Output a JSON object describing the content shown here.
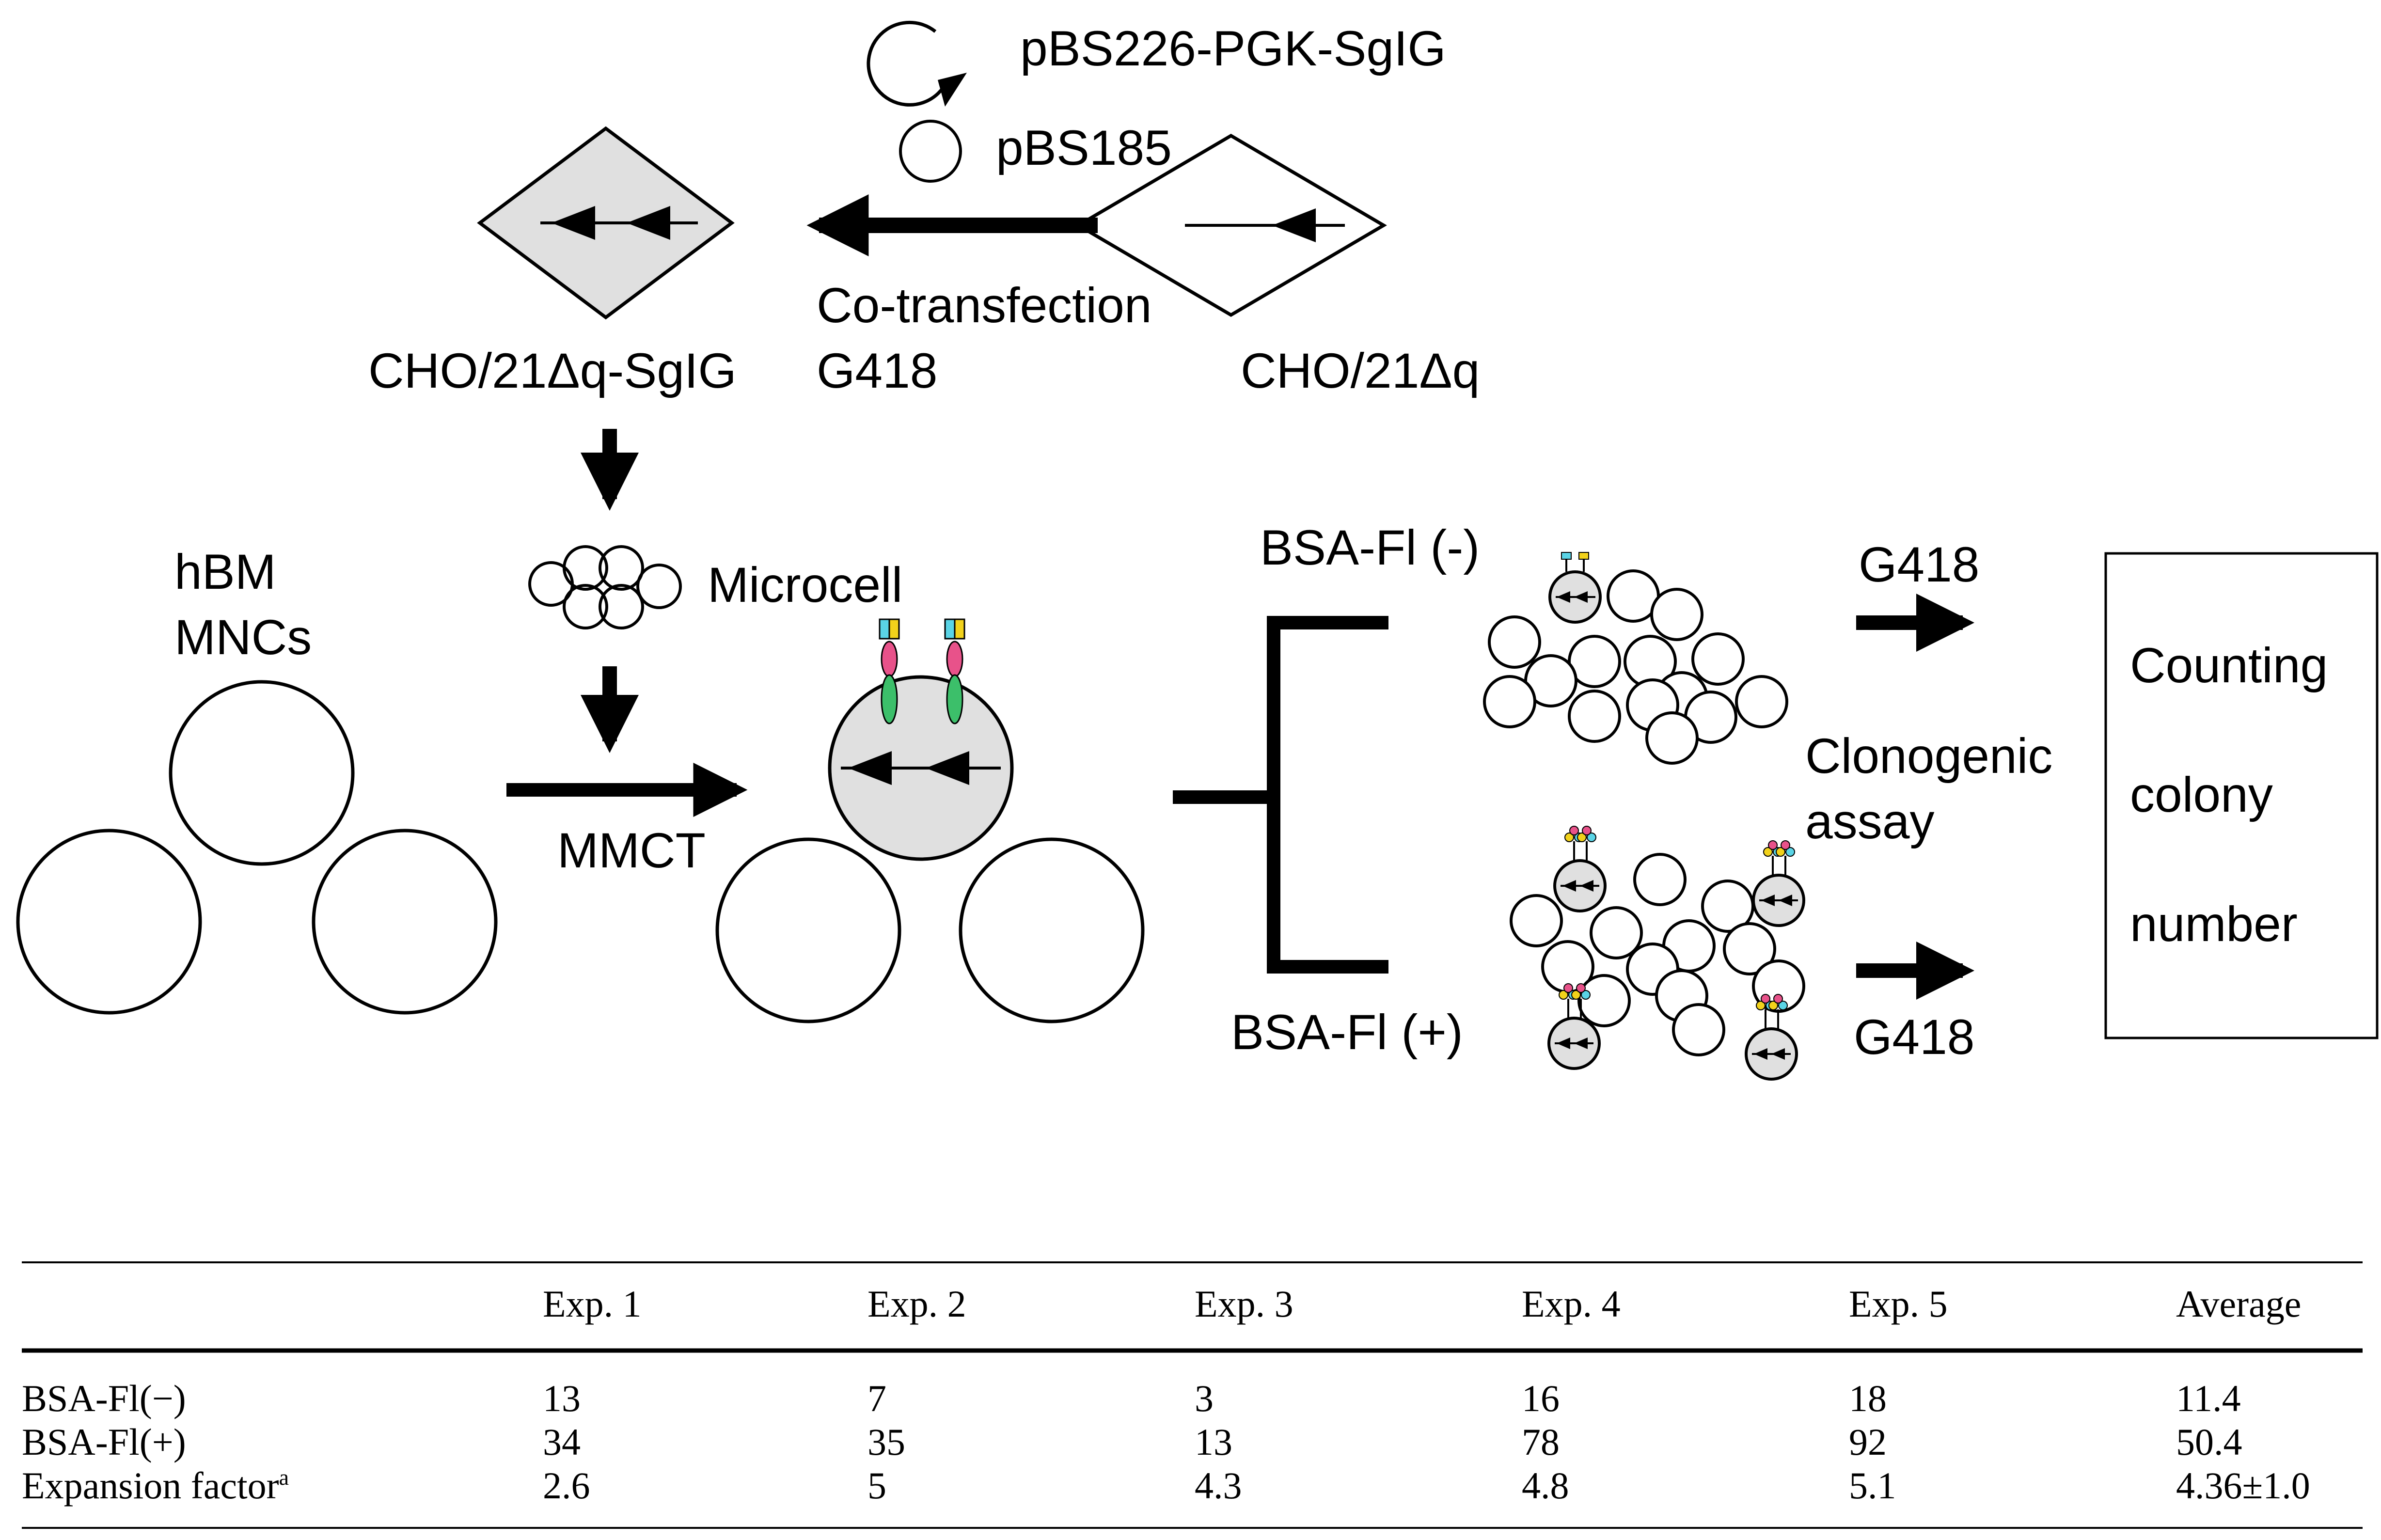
{
  "diagram": {
    "plasmid1": "pBS226-PGK-SgIG",
    "plasmid2": "pBS185",
    "step_transfection": "Co-transfection",
    "selection_top": "G418",
    "cell_left": "CHO/21Δq-SgIG",
    "cell_right": "CHO/21Δq",
    "source_line1": "hBM",
    "source_line2": "MNCs",
    "microcell": "Microcell",
    "mmct": "MMCT",
    "bsa_neg": "BSA-Fl (-)",
    "bsa_pos": "BSA-Fl (+)",
    "g418_top": "G418",
    "g418_bottom": "G418",
    "clonogenic_line1": "Clonogenic",
    "clonogenic_line2": "assay",
    "counting_line1": "Counting",
    "counting_line2": "colony",
    "counting_line3": "number"
  },
  "table": {
    "headers": [
      "Exp. 1",
      "Exp. 2",
      "Exp. 3",
      "Exp. 4",
      "Exp. 5",
      "Average"
    ],
    "rows": [
      {
        "label": "BSA-Fl(−)",
        "sup": "",
        "values": [
          "13",
          "7",
          "3",
          "16",
          "18",
          "11.4"
        ]
      },
      {
        "label": "BSA-Fl(+)",
        "sup": "",
        "values": [
          "34",
          "35",
          "13",
          "78",
          "92",
          "50.4"
        ]
      },
      {
        "label": "Expansion factor",
        "sup": "a",
        "values": [
          "2.6",
          "5",
          "4.3",
          "4.8",
          "5.1",
          "4.36±1.0"
        ]
      }
    ]
  },
  "colors": {
    "cell_fill": "#e0e0e0",
    "receptor_cyan": "#5ad4e6",
    "receptor_yellow": "#f2d21b",
    "receptor_pink": "#e8528a",
    "receptor_green": "#3cbf6a"
  }
}
